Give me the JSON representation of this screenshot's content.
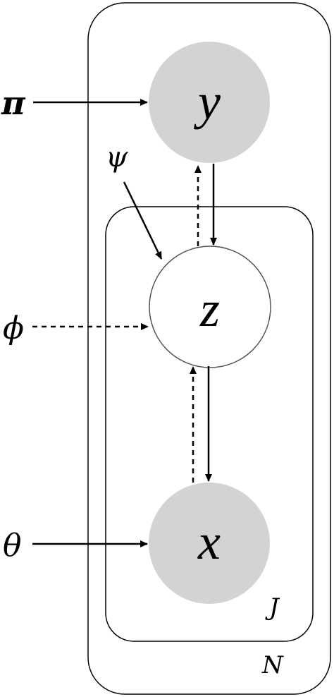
{
  "diagram": {
    "nodes": {
      "y": {
        "label": "y",
        "observed": true
      },
      "z": {
        "label": "z",
        "observed": false
      },
      "x": {
        "label": "x",
        "observed": true
      }
    },
    "parameters": {
      "pi": "π",
      "psi": "ψ",
      "phi": "ϕ",
      "theta": "θ"
    },
    "plates": {
      "outer": "N",
      "inner": "J"
    },
    "colors": {
      "observed_fill": "#d3d3d3",
      "latent_fill": "#ffffff",
      "stroke": "#000000"
    }
  }
}
